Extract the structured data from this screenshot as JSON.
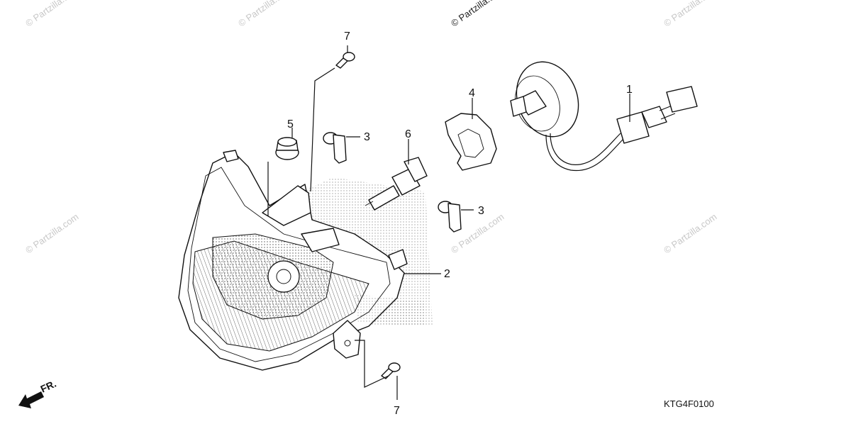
{
  "diagram": {
    "ref_code": "KTG4F0100",
    "front_label": "FR.",
    "watermark": "© Partzilla.com",
    "callouts": [
      {
        "id": "1",
        "label": "1"
      },
      {
        "id": "2",
        "label": "2"
      },
      {
        "id": "3a",
        "label": "3"
      },
      {
        "id": "3b",
        "label": "3"
      },
      {
        "id": "4",
        "label": "4"
      },
      {
        "id": "5",
        "label": "5"
      },
      {
        "id": "6",
        "label": "6"
      },
      {
        "id": "7a",
        "label": "7"
      },
      {
        "id": "7b",
        "label": "7"
      }
    ]
  }
}
